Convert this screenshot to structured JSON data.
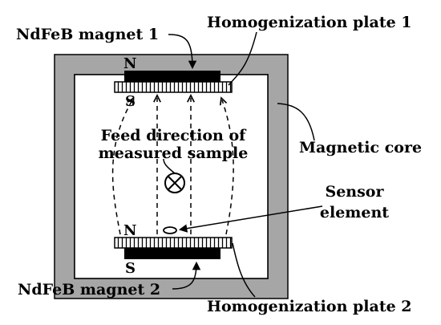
{
  "labels": {
    "magnet_top": "NdFeB magnet 1",
    "magnet_bottom": "NdFeB magnet 2",
    "plate_top": "Homogenization plate 1",
    "plate_bottom": "Homogenization plate 2",
    "core": "Magnetic core",
    "feed_line1": "Feed direction of",
    "feed_line2": "measured sample",
    "sensor_line1": "Sensor",
    "sensor_line2": "element"
  },
  "poles": {
    "top_north": "N",
    "top_south": "S",
    "bottom_north": "N",
    "bottom_south": "S"
  },
  "colors": {
    "core": "#a6a6a6",
    "magnet": "#000000",
    "plate_hatch": "#000000",
    "background": "#ffffff"
  },
  "icons": {
    "feed_symbol": "circled-x-into-page",
    "sensor_symbol": "ellipse"
  }
}
